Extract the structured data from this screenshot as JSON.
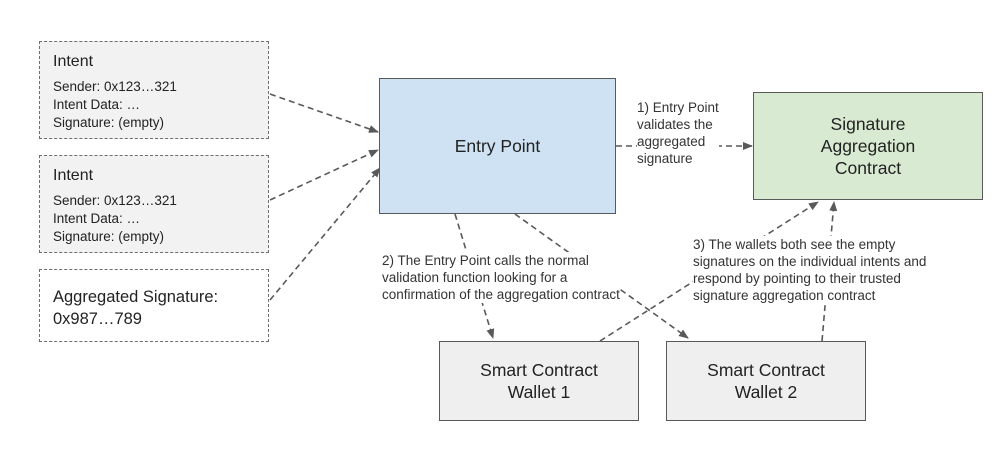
{
  "intents": [
    {
      "title": "Intent",
      "sender": "Sender: 0x123…321",
      "data": "Intent Data: …",
      "signature": "Signature: (empty)"
    },
    {
      "title": "Intent",
      "sender": "Sender: 0x123…321",
      "data": "Intent Data: …",
      "signature": "Signature: (empty)"
    }
  ],
  "aggregated_signature": "Aggregated Signature:\n0x987…789",
  "entry_point": "Entry Point",
  "signature_aggregation_contract": "Signature\nAggregation\nContract",
  "wallet1": "Smart Contract\nWallet 1",
  "wallet2": "Smart Contract\nWallet 2",
  "labels": {
    "step1": "1) Entry Point\nvalidates the\naggregated\nsignature",
    "step2": "2) The Entry Point calls the normal\nvalidation function looking for a\nconfirmation of the aggregation contract",
    "step3": "3) The wallets both see the empty\nsignatures on the individual intents and\nrespond by pointing to their trusted\nsignature aggregation contract"
  },
  "colors": {
    "entry_point_fill": "#cfe2f3",
    "aggregation_fill": "#d9ead3",
    "wallet_fill": "#efefef",
    "intent_fill": "#f2f2f2",
    "arrow": "#595959"
  }
}
